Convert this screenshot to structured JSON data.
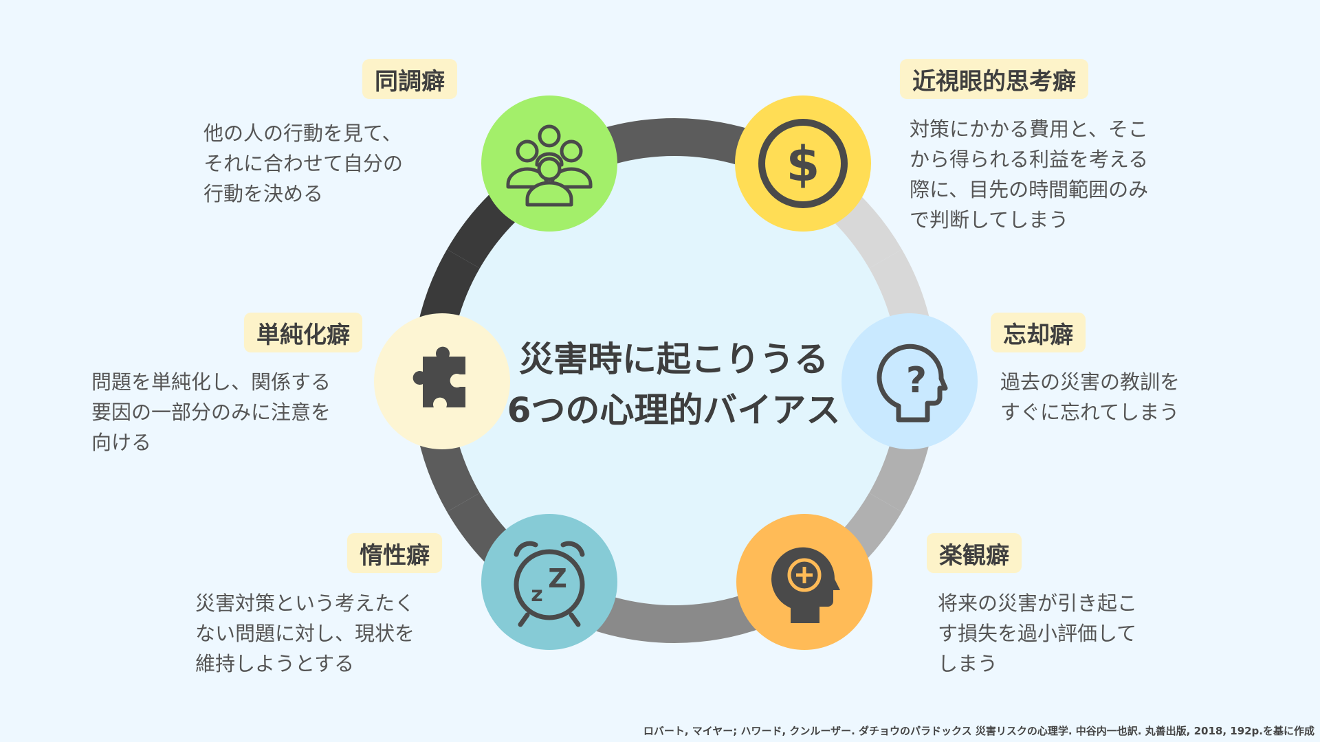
{
  "center": {
    "line1": "災害時に起こりうる",
    "line2": "6つの心理的バイアス"
  },
  "biases": [
    {
      "id": "conformity",
      "title": "同調癖",
      "description": "他の人の行動を見て、\nそれに合わせて自分の\n行動を決める",
      "icon": "people-group-icon",
      "color": "#a3ef6a"
    },
    {
      "id": "myopic",
      "title": "近視眼的思考癖",
      "description": "対策にかかる費用と、そこ\nから得られる利益を考える\n際に、目先の時間範囲のみ\nで判断してしまう",
      "icon": "dollar-coin-icon",
      "color": "#ffdd55"
    },
    {
      "id": "oversimplify",
      "title": "単純化癖",
      "description": "問題を単純化し、関係する\n要因の一部分のみに注意を\n向ける",
      "icon": "puzzle-piece-icon",
      "color": "#fdf5d3"
    },
    {
      "id": "forgetting",
      "title": "忘却癖",
      "description": "過去の災害の教訓を\nすぐに忘れてしまう",
      "icon": "head-question-icon",
      "color": "#c9e9ff"
    },
    {
      "id": "inertia",
      "title": "惰性癖",
      "description": "災害対策という考えたく\nない問題に対し、現状を\n維持しようとする",
      "icon": "alarm-clock-sleep-icon",
      "color": "#86cbd6"
    },
    {
      "id": "optimism",
      "title": "楽観癖",
      "description": "将来の災害が引き起こ\nす損失を過小評価して\nしまう",
      "icon": "head-plus-icon",
      "color": "#ffbb57"
    }
  ],
  "colors": {
    "background": "#eef8ff",
    "inner_circle": "#e2f5fd",
    "label_bg": "#fdf3c9",
    "ring_segments": [
      "#5c5c5c",
      "#d8d8d8",
      "#d8d8d8",
      "#b0b0b0",
      "#b0b0b0",
      "#8a8a8a",
      "#8a8a8a",
      "#5c5c5c",
      "#5c5c5c",
      "#3a3a3a",
      "#3a3a3a",
      "#5c5c5c"
    ]
  },
  "credit": "ロバート, マイヤー; ハワード, クンルーザー. ダチョウのパラドックス 災害リスクの心理学. 中谷内一也訳. 丸善出版, 2018, 192p.を基に作成"
}
